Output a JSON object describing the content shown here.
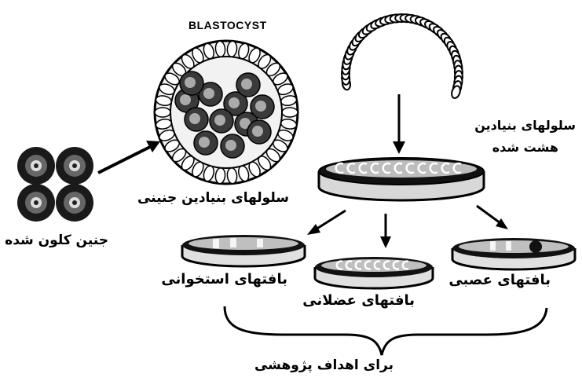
{
  "labels": {
    "blastocyst": "BLASTOCYST",
    "cloned_embryo": "جنین کلون شده",
    "embryonic_stem_cells": "سلولهای بنیادین جنینی",
    "adult_stem_cells_line1": "سلولهای بنیادین",
    "adult_stem_cells_line2": "هشت شده",
    "bone_tissue": "بافتهای استخوانی",
    "muscle_tissue": "بافتهای عضلانی",
    "nerve_tissue": "بافتهای عصبی",
    "research_purposes": "برای اهداف پژوهشی"
  }
}
